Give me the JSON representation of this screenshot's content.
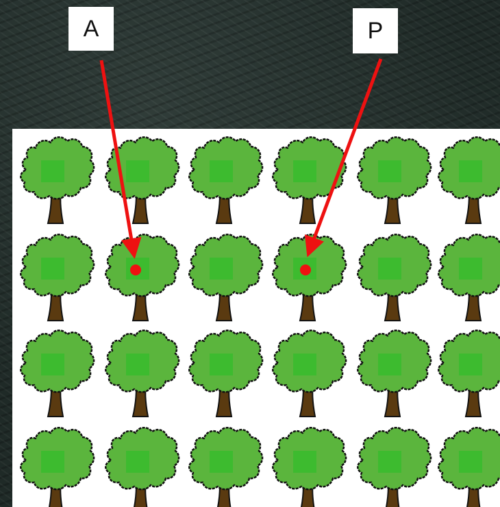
{
  "colors": {
    "background": "#1f2a27",
    "panel": "#ffffff",
    "foliage": "#5bb53d",
    "foliage_center": "#3dbb2f",
    "trunk": "#5a3a10",
    "outline": "#111111",
    "pointer": "#ee1111",
    "marker": "#ee1111"
  },
  "labels": {
    "a": "A",
    "p": "P"
  },
  "grid": {
    "rows": 4,
    "cols": 6,
    "marked_trees": [
      {
        "label": "A",
        "row": 2,
        "col": 2
      },
      {
        "label": "P",
        "row": 2,
        "col": 4
      }
    ]
  }
}
